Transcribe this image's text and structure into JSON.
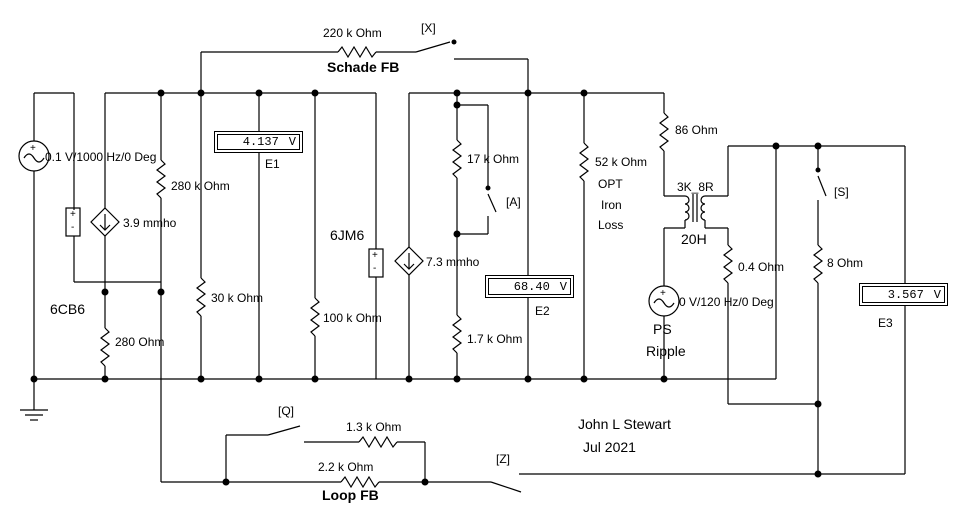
{
  "sources": {
    "input": "0.1 V/1000 Hz/0 Deg",
    "ripple": "0 V/120 Hz/0 Deg",
    "ripple_name_1": "PS",
    "ripple_name_2": "Ripple"
  },
  "tubes": {
    "t1_name": "6CB6",
    "t1_gm": "3.9 mmho",
    "t2_name": "6JM6",
    "t2_gm": "7.3 mmho"
  },
  "resistors": {
    "r_grid": "280 k Ohm",
    "r_cathode": "280  Ohm",
    "r_plate1": "30 k Ohm",
    "r_plate2": "100 k Ohm",
    "r_schade": "220 k Ohm",
    "r_div_top": "17 k Ohm",
    "r_div_bot": "1.7 k Ohm",
    "r_iron": "52 k Ohm",
    "r_series": "86  Ohm",
    "r_sec": "0.4  Ohm",
    "r_load": "8  Ohm",
    "r_loop1": "1.3 k Ohm",
    "r_loop2": "2.2 k Ohm"
  },
  "labels": {
    "schade_fb": "Schade FB",
    "opt_1": "OPT",
    "opt_2": "Iron",
    "opt_3": "Loss",
    "xfmr": "3K_8R",
    "inductance": "20H",
    "loop_fb": "Loop FB",
    "author": "John L Stewart",
    "date": "Jul 2021"
  },
  "switches": {
    "x": "[X]",
    "a": "[A]",
    "s": "[S]",
    "q": "[Q]",
    "z": "[Z]"
  },
  "meters": {
    "e1_value": "4.137",
    "e1_unit": "V",
    "e1_name": "E1",
    "e2_value": "68.40",
    "e2_unit": "V",
    "e2_name": "E2",
    "e3_value": "3.567",
    "e3_unit": "V",
    "e3_name": "E3"
  },
  "polarity": {
    "plus": "+",
    "minus": "-"
  }
}
